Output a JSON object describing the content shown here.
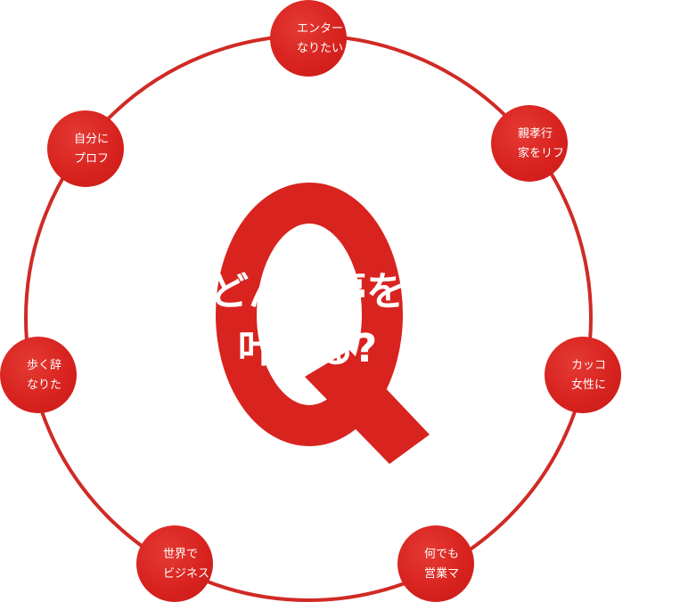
{
  "colors": {
    "brand_red": "#d8231f",
    "ring_red": "#d02a25",
    "text_white": "#ffffff",
    "background": "#ffffff"
  },
  "center": {
    "letter": "Q",
    "line1": "どんな夢を",
    "line2": "叶える?"
  },
  "dreams": [
    {
      "line1": "エンター",
      "line2": "なりたい"
    },
    {
      "line1": "親孝行",
      "line2": "家をリフ"
    },
    {
      "line1": "カッコ",
      "line2": "女性に"
    },
    {
      "line1": "何でも",
      "line2": "営業マ"
    },
    {
      "line1": "世界で",
      "line2": "ビジネス"
    },
    {
      "line1": "歩く辞",
      "line2": "なりた"
    },
    {
      "line1": "自分に",
      "line2": "プロフ"
    }
  ]
}
